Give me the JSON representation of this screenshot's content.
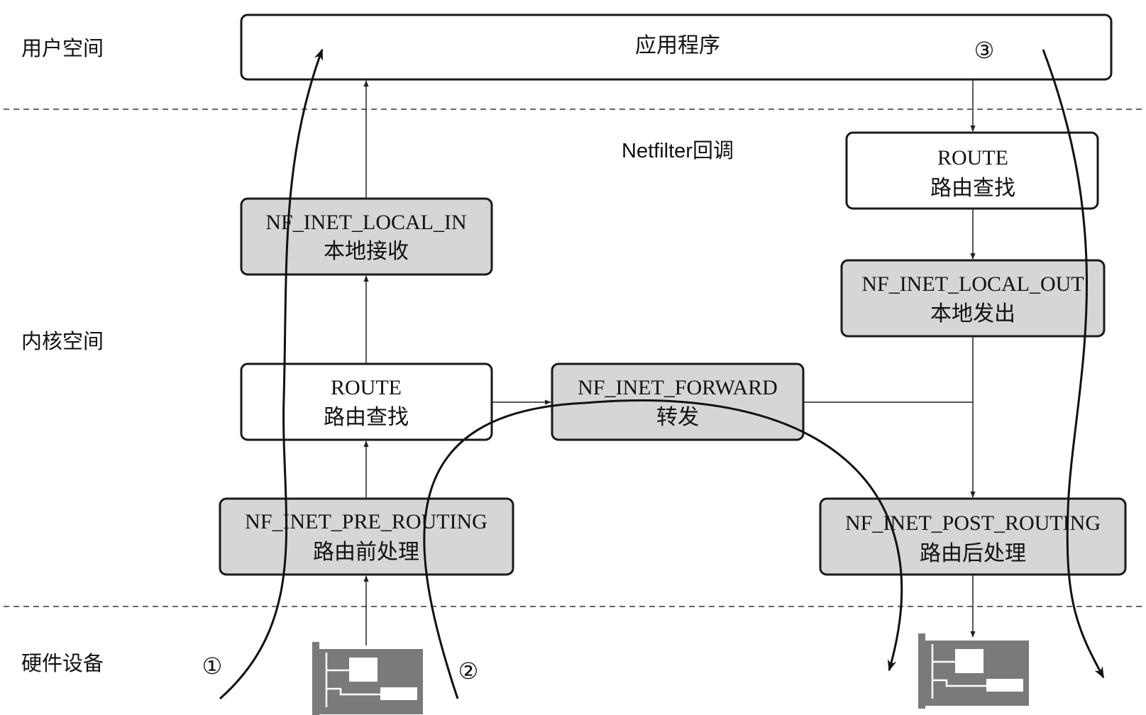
{
  "zones": {
    "user_space": "用户空间",
    "kernel_space": "内核空间",
    "hardware": "硬件设备"
  },
  "caption": "Netfilter回调",
  "nodes": {
    "app": {
      "label": "应用程序"
    },
    "local_in": {
      "line1": "NF_INET_LOCAL_IN",
      "line2": "本地接收"
    },
    "route_in": {
      "line1": "ROUTE",
      "line2": "路由查找"
    },
    "pre_routing": {
      "line1": "NF_INET_PRE_ROUTING",
      "line2": "路由前处理"
    },
    "forward": {
      "line1": "NF_INET_FORWARD",
      "line2": "转发"
    },
    "route_out": {
      "line1": "ROUTE",
      "line2": "路由查找"
    },
    "local_out": {
      "line1": "NF_INET_LOCAL_OUT",
      "line2": "本地发出"
    },
    "post_routing": {
      "line1": "NF_INET_POST_ROUTING",
      "line2": "路由后处理"
    }
  },
  "markers": {
    "path1": "①",
    "path2": "②",
    "path3": "③"
  },
  "icons": {
    "nic_in": "network-card-icon",
    "nic_out": "network-card-icon"
  },
  "colors": {
    "hook_fill": "#d6d6d6",
    "nic_fill": "#7a7a7a",
    "line": "#111111"
  }
}
